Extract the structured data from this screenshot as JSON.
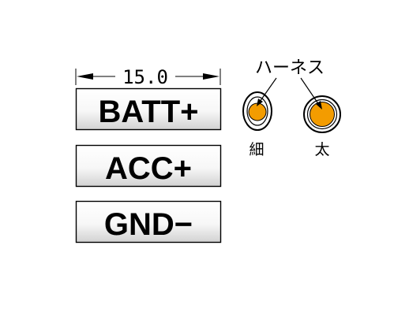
{
  "dimension": {
    "value": "15.0"
  },
  "labels": [
    {
      "text": "BATT+"
    },
    {
      "text": "ACC+"
    },
    {
      "text": "GND−"
    }
  ],
  "harness": {
    "title": "ハーネス",
    "thin": "細",
    "thick": "太",
    "wire_color": "#f39c00"
  }
}
